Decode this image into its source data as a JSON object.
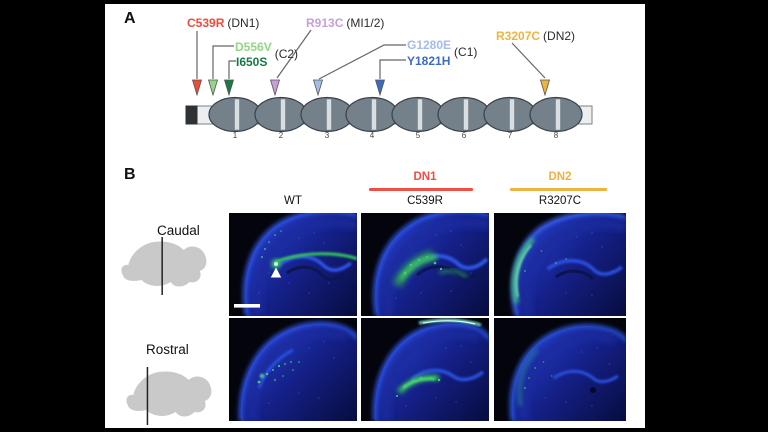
{
  "figure": {
    "panelA": {
      "label": "A",
      "mutations": [
        {
          "name": "C539R",
          "annotation": "(DN1)",
          "color": "#ee4b3b"
        },
        {
          "name": "D556V",
          "annotation": "(C2)",
          "color": "#93d687"
        },
        {
          "name": "I650S",
          "annotation": "",
          "color": "#157a45"
        },
        {
          "name": "R913C",
          "annotation": "(MI1/2)",
          "color": "#c79fd8"
        },
        {
          "name": "G1280E",
          "annotation": "(C1)",
          "color": "#a3bce8"
        },
        {
          "name": "Y1821H",
          "annotation": "",
          "color": "#3c6bc0"
        },
        {
          "name": "R3207C",
          "annotation": "(DN2)",
          "color": "#eeb440"
        }
      ],
      "domain_numbers": [
        "1",
        "2",
        "3",
        "4",
        "5",
        "6",
        "7",
        "8"
      ]
    },
    "panelB": {
      "label": "B",
      "group_headers": [
        {
          "label": "DN1",
          "color": "#f04f43"
        },
        {
          "label": "DN2",
          "color": "#eeb440"
        }
      ],
      "column_headers": [
        "WT",
        "C539R",
        "R3207C"
      ],
      "row_labels": [
        "Caudal",
        "Rostral"
      ]
    },
    "colors": {
      "silhouette_gray": "#c9c9c9",
      "connector_gray": "#666666",
      "domain_fill": "#74808a",
      "tissue_blue": "#15218a",
      "signal_green": "#3ec964"
    }
  }
}
